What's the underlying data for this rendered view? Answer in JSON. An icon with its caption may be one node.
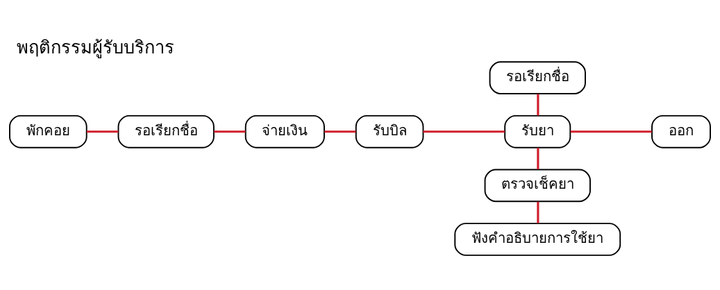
{
  "diagram": {
    "title": "พฤติกรรมผู้รับบริการ",
    "nodes": [
      {
        "text": [
          "พักคอย"
        ]
      },
      {
        "text": [
          "รอเรียกชื่อ"
        ]
      },
      {
        "text": [
          "จ่ายเงิน"
        ]
      },
      {
        "text": [
          "รับบิล"
        ]
      },
      {
        "text": [
          "รอเรียกชื่อ"
        ]
      },
      {
        "text": [
          "รับยา"
        ]
      },
      {
        "text": [
          "ออก"
        ]
      },
      {
        "text": [
          "ตรวจเช็คยา"
        ]
      },
      {
        "text": [
          "ฟังคำอธิบายการใช้ยา"
        ]
      }
    ],
    "edges": [
      {
        "from": 0,
        "to": 1,
        "arrow": "none"
      },
      {
        "from": 1,
        "to": 2,
        "arrow": "none"
      },
      {
        "from": 2,
        "to": 3,
        "arrow": "none"
      },
      {
        "from": 3,
        "to": 5,
        "arrow": "none"
      },
      {
        "from": 4,
        "to": 5,
        "arrow": "none"
      },
      {
        "from": 5,
        "to": 6,
        "arrow": "none"
      },
      {
        "from": 5,
        "to": 7,
        "arrow": "none"
      },
      {
        "from": 7,
        "to": 8,
        "arrow": "none"
      }
    ]
  }
}
